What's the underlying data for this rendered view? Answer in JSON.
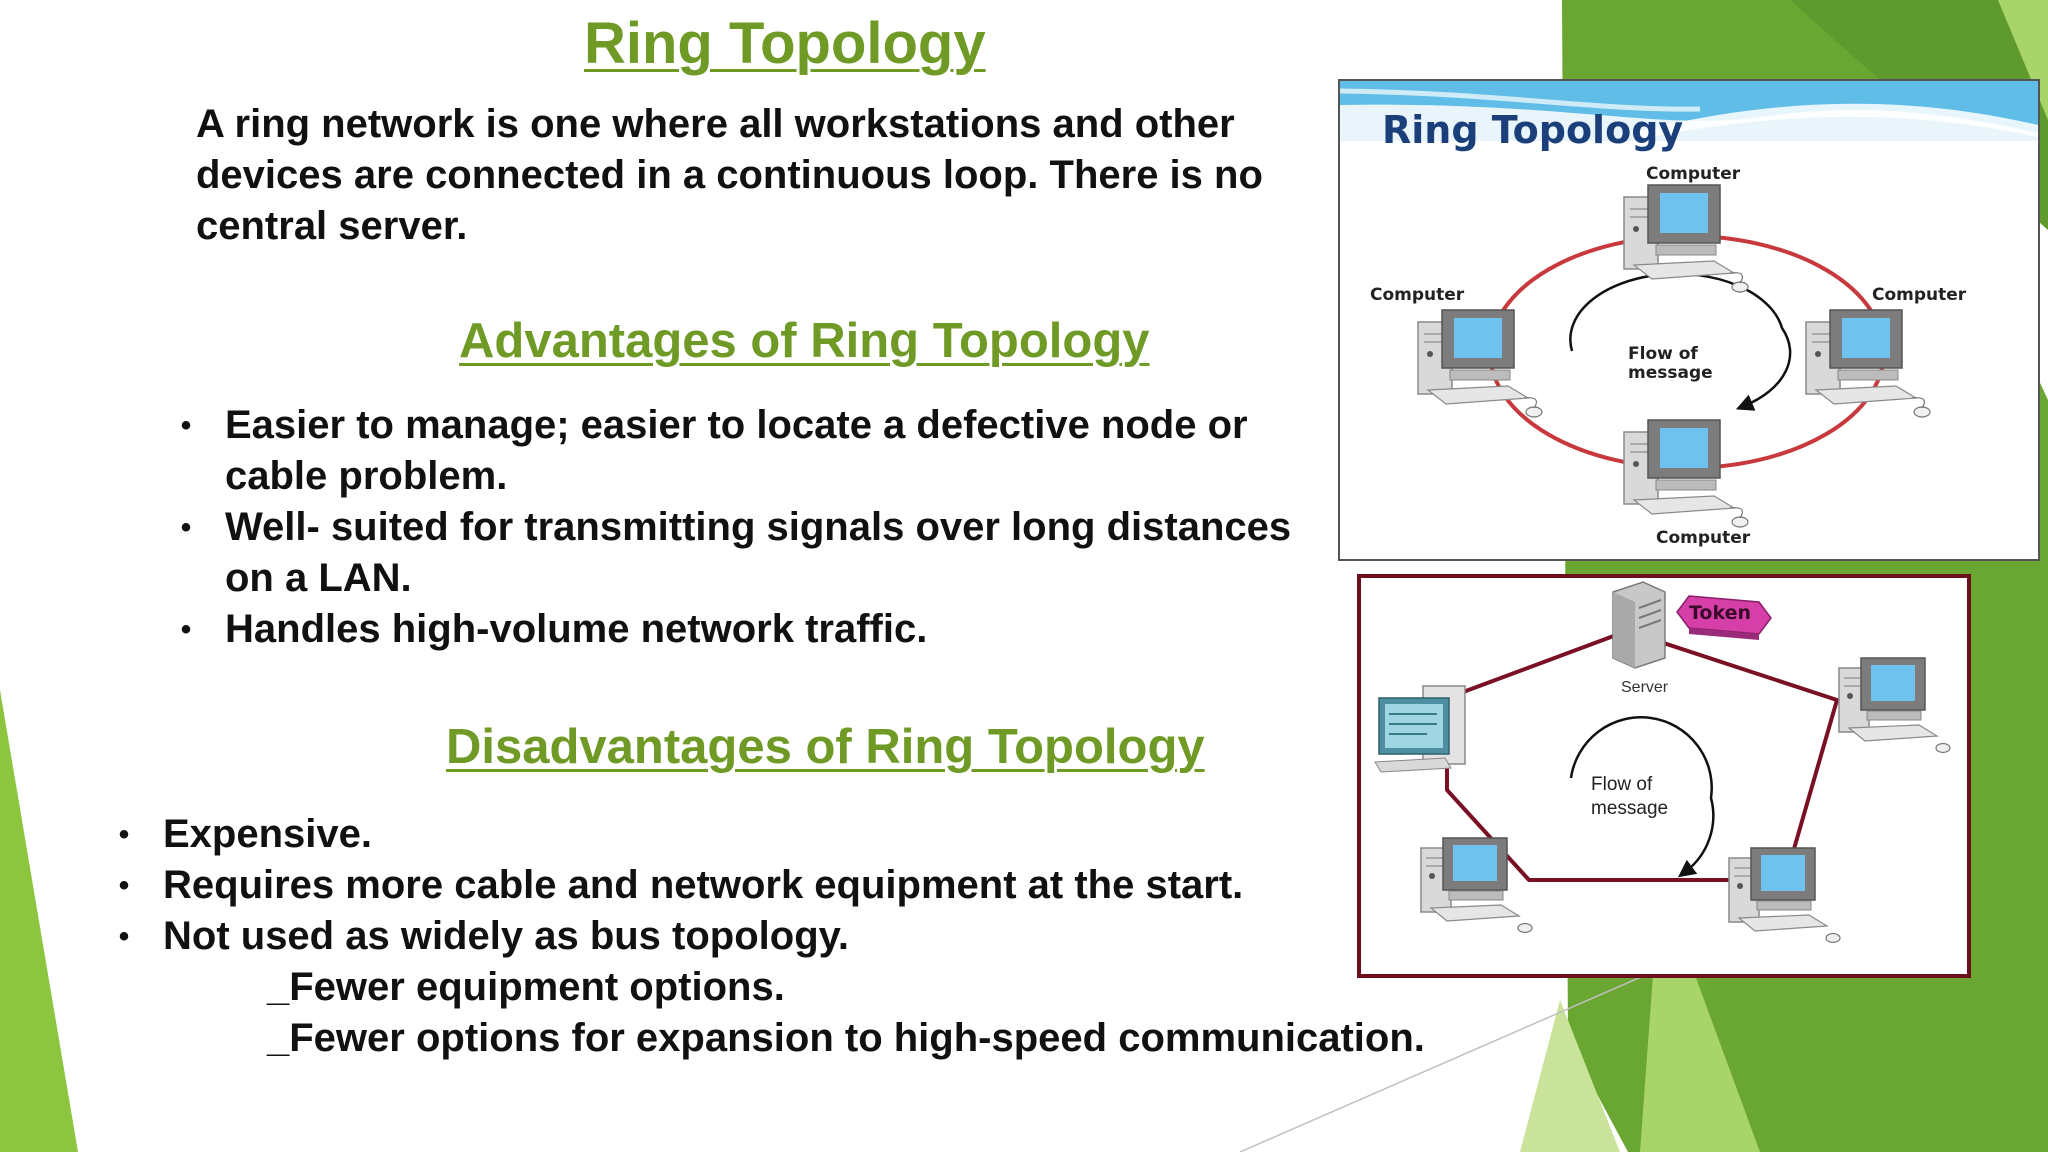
{
  "slide": {
    "title": "Ring Topology",
    "intro": "A ring network is one where all workstations and other devices are connected in a continuous loop. There is no central server.",
    "advantages": {
      "heading": "Advantages of Ring Topology",
      "items": [
        "Easier to manage; easier to locate a defective node or cable problem.",
        "Well- suited for transmitting signals over long distances on a LAN.",
        "Handles high-volume network traffic."
      ]
    },
    "disadvantages": {
      "heading": "Disadvantages of Ring Topology",
      "items": [
        "Expensive.",
        "Requires more cable and network equipment at the start.",
        "Not used as widely as bus topology."
      ],
      "sub_items": [
        "_Fewer equipment options.",
        "_Fewer options for expansion to high-speed communication."
      ]
    },
    "bullet_glyph": "•"
  },
  "diagram_top": {
    "title": "Ring Topology",
    "node_labels": [
      "Computer",
      "Computer",
      "Computer",
      "Computer"
    ],
    "flow_label_line1": "Flow of",
    "flow_label_line2": "message",
    "ring_color": "#c8393d"
  },
  "diagram_bottom": {
    "server_label": "Server",
    "token_label": "Token",
    "flow_label_line1": "Flow of",
    "flow_label_line2": "message",
    "link_color": "#7a1023",
    "border_color": "#6b0f1f"
  },
  "colors": {
    "accent_green": "#6f9a26",
    "text": "#111111",
    "decor_greens": [
      "#8cc63f",
      "#6aa632",
      "#a9d46a",
      "#5e9a2e"
    ]
  }
}
